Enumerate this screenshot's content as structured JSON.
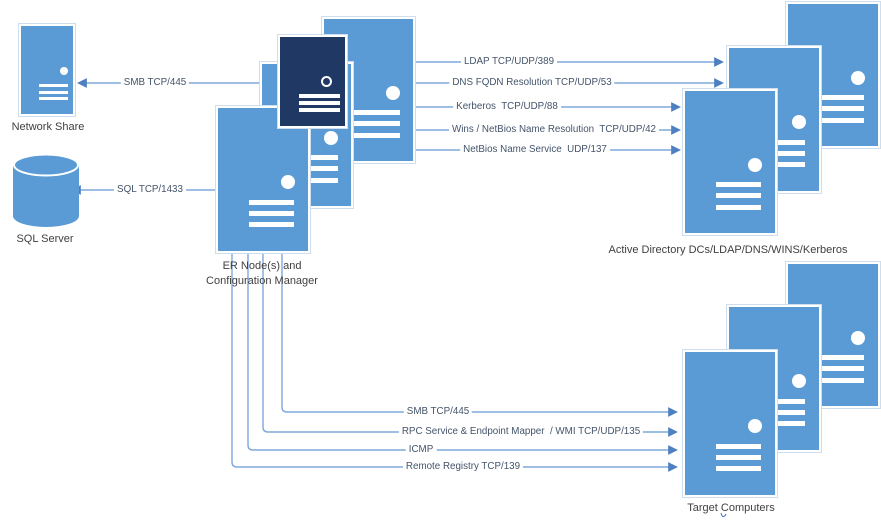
{
  "nodes": {
    "network_share": {
      "label": "Network Share"
    },
    "sql_server": {
      "label": "SQL Server"
    },
    "er_nodes": {
      "line1": "ER Node(s) and",
      "line2": "Configuration Manager"
    },
    "active_directory": {
      "label": "Active Directory DCs/LDAP/DNS/WINS/Kerberos"
    },
    "target_computers": {
      "label": "Target Computers"
    }
  },
  "connectors": {
    "smb_share": {
      "label": "SMB TCP/445"
    },
    "sql": {
      "label": "SQL TCP/1433"
    },
    "ldap": {
      "label": "LDAP TCP/UDP/389"
    },
    "dns": {
      "label": "DNS FQDN Resolution TCP/UDP/53"
    },
    "kerberos": {
      "label": "Kerberos  TCP/UDP/88"
    },
    "wins": {
      "label": "Wins / NetBios Name Resolution  TCP/UDP/42"
    },
    "netbios": {
      "label": "NetBios Name Service  UDP/137"
    },
    "smb_target": {
      "label": "SMB TCP/445"
    },
    "rpc": {
      "label": "RPC Service & Endpoint Mapper  / WMI TCP/UDP/135"
    },
    "icmp": {
      "label": "ICMP"
    },
    "remote_registry": {
      "label": "Remote Registry TCP/139"
    }
  },
  "colors": {
    "server_fill": "#5B9BD5",
    "server_dark_fill": "#1F3864",
    "shape_border": "#FFFFFF",
    "connector_line": "#7FA8DC",
    "arrowhead": "#4E80C1",
    "connector_text": "#44546A",
    "node_text": "#404040"
  }
}
